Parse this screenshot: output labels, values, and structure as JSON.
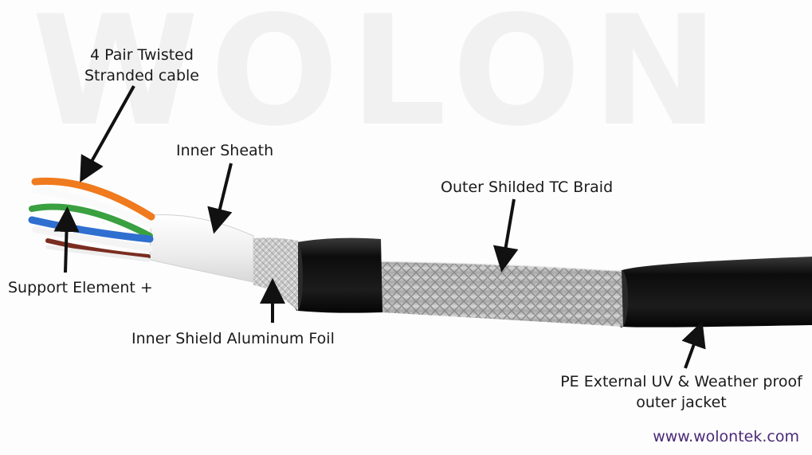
{
  "watermark": "WOLON",
  "labels": {
    "twisted_line1": "4 Pair Twisted",
    "twisted_line2": "Stranded cable",
    "inner_sheath": "Inner Sheath",
    "outer_braid": "Outer Shilded TC Braid",
    "support": "Support Element +",
    "inner_shield": "Inner Shield Aluminum Foil",
    "jacket_line1": "PE External UV & Weather proof",
    "jacket_line2": "outer jacket"
  },
  "website": "www.wolontek.com",
  "colors": {
    "jacket": "#141414",
    "braid": "#b9b9b9",
    "foil": "#cfcfcf",
    "sheath": "#f2f2f2",
    "wire_orange": "#f07a1e",
    "wire_blue": "#2f6fd0",
    "wire_green": "#3aa040",
    "wire_brown": "#7a2d20",
    "website_text": "#4b2a78"
  }
}
